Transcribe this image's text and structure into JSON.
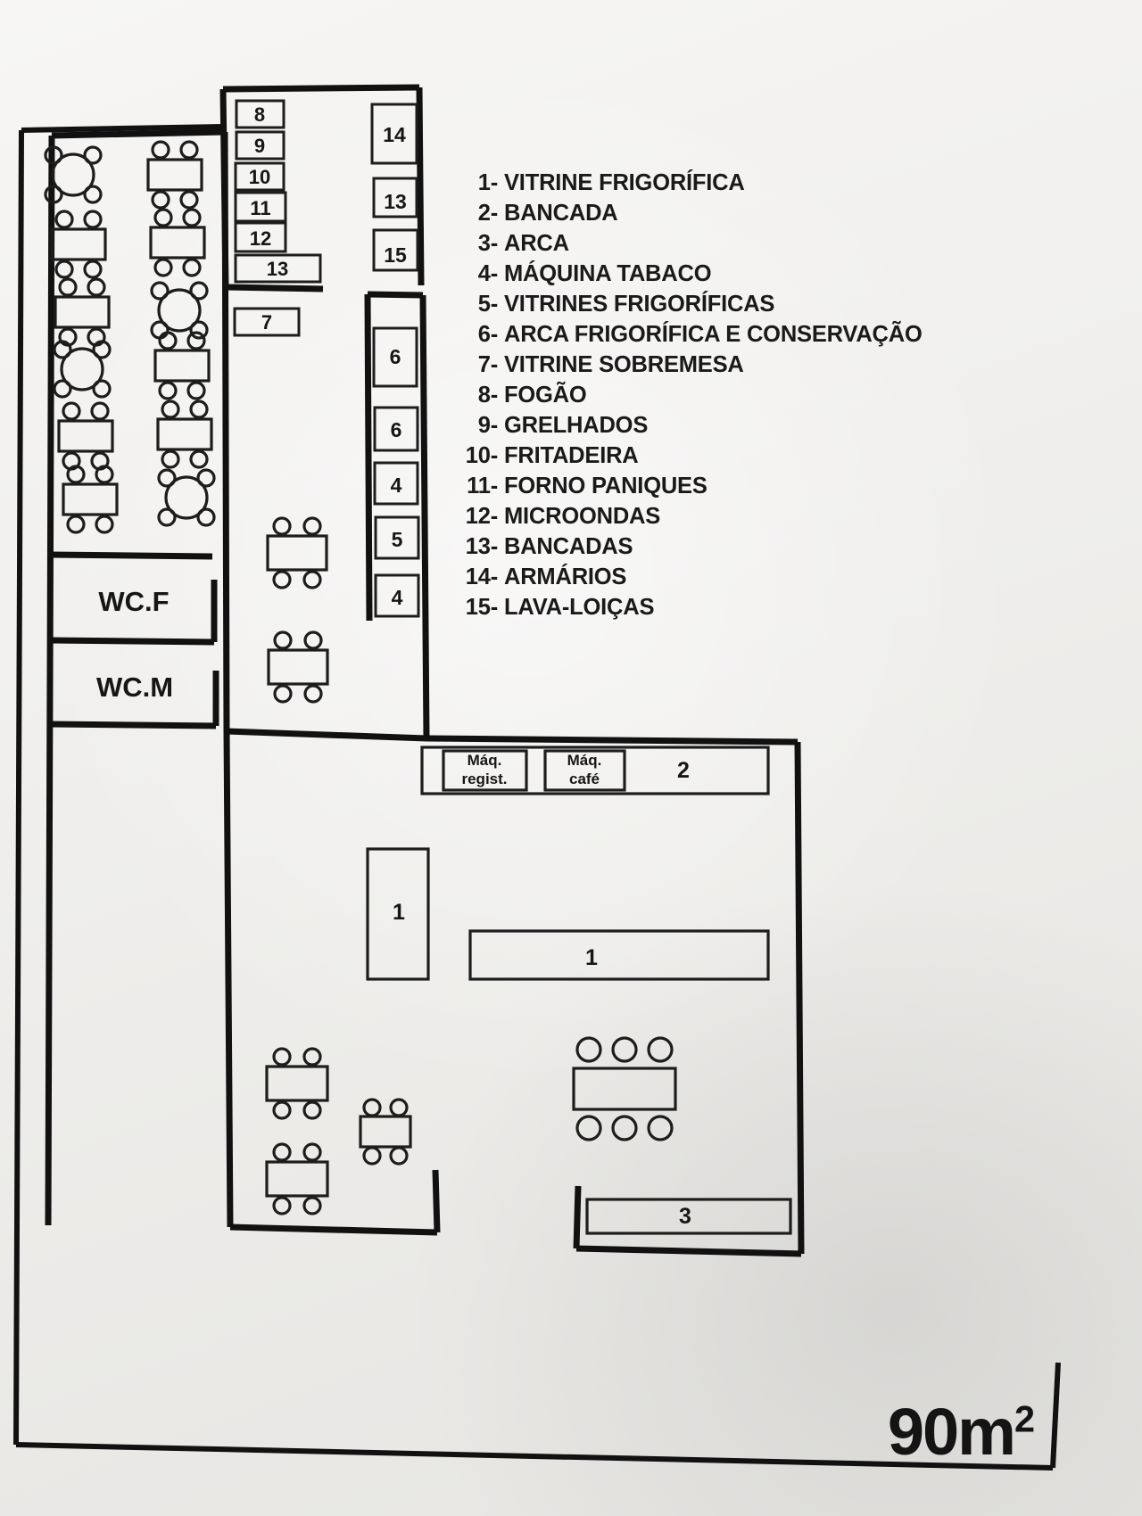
{
  "document": {
    "type": "floor-plan",
    "area_label": "90m",
    "area_exponent": "2",
    "area_full": "90m²"
  },
  "legend": {
    "items": [
      {
        "num": "1-",
        "label": "VITRINE FRIGORÍFICA"
      },
      {
        "num": "2-",
        "label": "BANCADA"
      },
      {
        "num": "3-",
        "label": "ARCA"
      },
      {
        "num": "4-",
        "label": "MÁQUINA TABACO"
      },
      {
        "num": "5-",
        "label": "VITRINES FRIGORÍFICAS"
      },
      {
        "num": "6-",
        "label": "ARCA FRIGORÍFICA E CONSERVAÇÃO"
      },
      {
        "num": "7-",
        "label": "VITRINE SOBREMESA"
      },
      {
        "num": "8-",
        "label": "FOGÃO"
      },
      {
        "num": "9-",
        "label": "GRELHADOS"
      },
      {
        "num": "10-",
        "label": "FRITADEIRA"
      },
      {
        "num": "11-",
        "label": "FORNO PANIQUES"
      },
      {
        "num": "12-",
        "label": "MICROONDAS"
      },
      {
        "num": "13-",
        "label": "BANCADAS"
      },
      {
        "num": "14-",
        "label": "ARMÁRIOS"
      },
      {
        "num": "15-",
        "label": "LAVA-LOIÇAS"
      }
    ]
  },
  "rooms": {
    "wc_female": "WC.F",
    "wc_male": "WC.M"
  },
  "kitchen": {
    "equipment_column_left": [
      "8",
      "9",
      "10",
      "11",
      "12"
    ],
    "bancada_13": "13",
    "vitrine_sobremesa_7": "7",
    "equipment_column_right": [
      "14",
      "13",
      "15"
    ],
    "strip_column": [
      "6",
      "6",
      "4",
      "5",
      "4"
    ]
  },
  "counter": {
    "maq_regist_line1": "Máq.",
    "maq_regist_line2": "regist.",
    "maq_cafe_line1": "Máq.",
    "maq_cafe_line2": "café",
    "bancada": "2"
  },
  "display_cases": {
    "vertical": "1",
    "horizontal": "1"
  },
  "freezer": {
    "arca": "3"
  },
  "colors": {
    "ink": "#1a1a1a",
    "paper": "#f2f1ef",
    "thin_line": "#2b2b2b"
  }
}
